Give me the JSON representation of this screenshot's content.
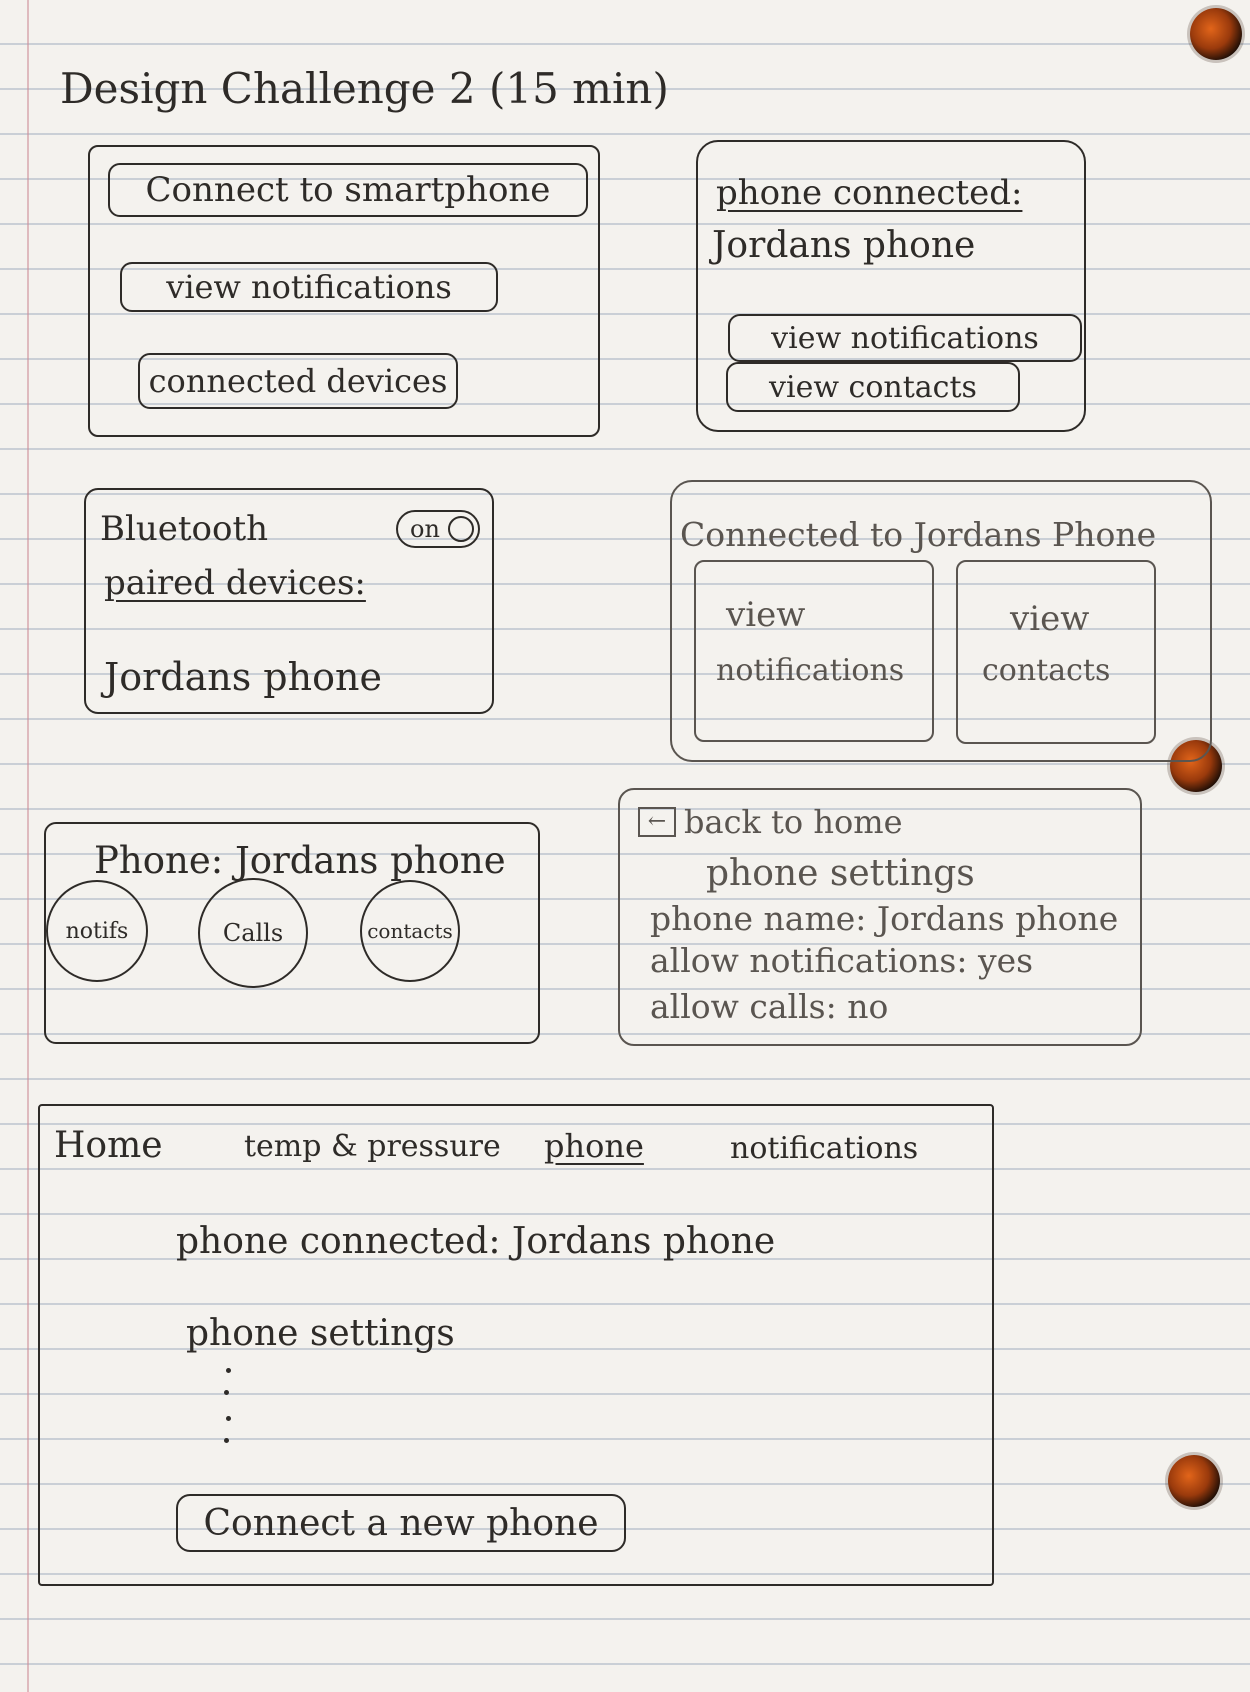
{
  "title": "Design Challenge 2 (15 min)",
  "screen1": {
    "buttons": [
      "Connect to smartphone",
      "view notifications",
      "connected devices"
    ]
  },
  "screen2": {
    "heading": "phone connected:",
    "phone": "Jordans phone",
    "buttons": [
      "view notifications",
      "view contacts"
    ]
  },
  "screen3": {
    "bluetooth_label": "Bluetooth",
    "toggle_label": "on",
    "paired_heading": "paired devices:",
    "device": "Jordans phone"
  },
  "screen4": {
    "heading": "Connected to Jordans Phone",
    "tiles": [
      {
        "line1": "view",
        "line2": "notifications"
      },
      {
        "line1": "view",
        "line2": "contacts"
      }
    ]
  },
  "screen5": {
    "heading": "Phone: Jordans phone",
    "circles": [
      "notifs",
      "Calls",
      "contacts"
    ]
  },
  "screen6": {
    "back_label": "back to home",
    "heading": "phone settings",
    "lines": [
      "phone name: Jordans phone",
      "allow notifications: yes",
      "allow calls: no"
    ]
  },
  "screen7": {
    "nav": [
      "Home",
      "temp & pressure",
      "phone",
      "notifications"
    ],
    "connected": "phone connected: Jordans phone",
    "settings": "phone settings",
    "button": "Connect a new phone"
  }
}
